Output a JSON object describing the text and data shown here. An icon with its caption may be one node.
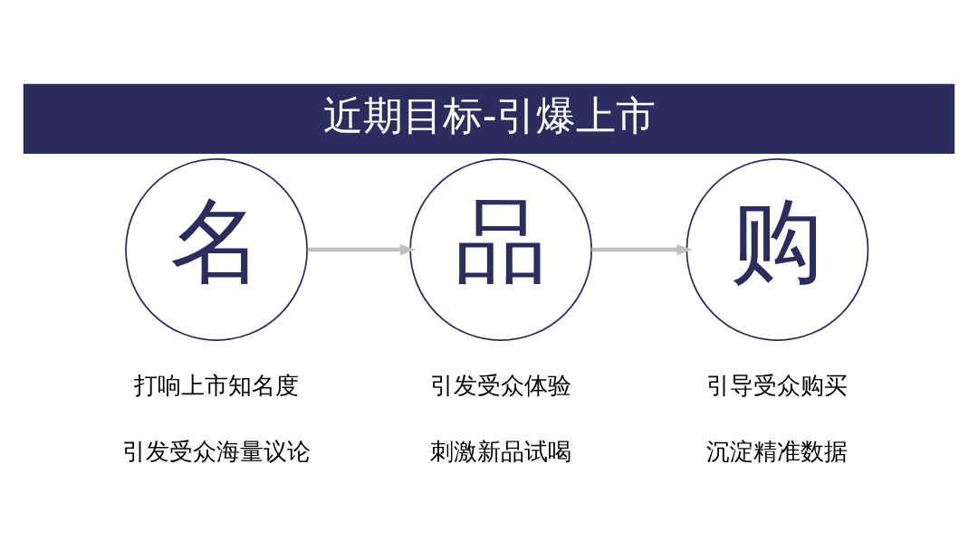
{
  "diagram": {
    "title": "近期目标-引爆上市",
    "nodes": [
      {
        "text": [
          "名"
        ],
        "beside": [
          "打响上市知名度",
          "引发受众海量议论"
        ]
      },
      {
        "text": [
          "品"
        ],
        "beside": [
          "引发受众体验",
          "刺激新品试喝"
        ]
      },
      {
        "text": [
          "购"
        ],
        "beside": [
          "引导受众购买",
          "沉淀精准数据"
        ]
      }
    ],
    "edges": [
      {
        "from": 0,
        "to": 1,
        "arrow": "to"
      },
      {
        "from": 1,
        "to": 2,
        "arrow": "to"
      }
    ]
  }
}
